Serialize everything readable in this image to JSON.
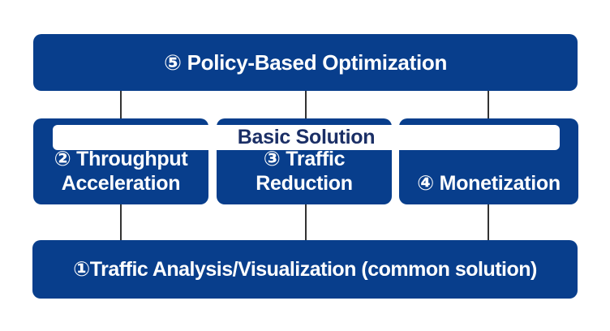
{
  "diagram": {
    "top_box": {
      "label": "⑤ Policy-Based Optimization"
    },
    "basic_solution_bar": {
      "label": "Basic Solution"
    },
    "middle_boxes": [
      {
        "label_line1": "② Throughput",
        "label_line2": "Acceleration"
      },
      {
        "label_line1": "③ Traffic",
        "label_line2": "Reduction"
      },
      {
        "label_line1": "④ Monetization",
        "label_line2": ""
      }
    ],
    "bottom_box": {
      "label": "①Traffic Analysis/Visualization (common solution)"
    },
    "colors": {
      "box_blue": "#083e8c",
      "bar_background": "#ffffff",
      "bar_text_navy": "#1b2f66",
      "box_text_white": "#ffffff",
      "connector_dark": "#333333",
      "background": "#ffffff"
    }
  }
}
